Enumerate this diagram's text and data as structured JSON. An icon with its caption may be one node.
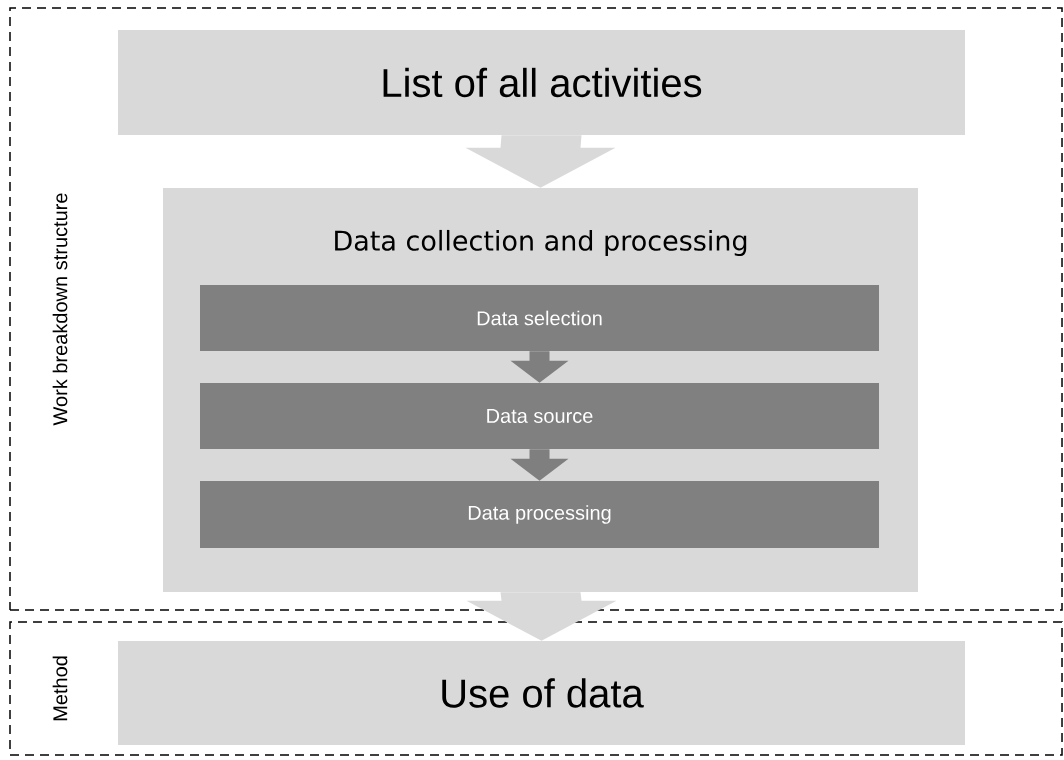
{
  "diagram": {
    "nodes": [
      {
        "text": [
          "Work breakdown structure"
        ]
      },
      {
        "text": [
          "List of all activities"
        ],
        "in": 0
      },
      {
        "text": [
          "Data collection and processing"
        ],
        "in": 0
      },
      {
        "text": [
          "Data selection"
        ],
        "in": 2
      },
      {
        "text": [
          "Data source"
        ],
        "in": 2
      },
      {
        "text": [
          "Data processing"
        ],
        "in": 2
      },
      {
        "text": [
          "Method"
        ]
      },
      {
        "text": [
          "Use of data"
        ],
        "in": 6
      }
    ],
    "edges": [
      {
        "from": 1,
        "to": 2,
        "arrow": "to"
      },
      {
        "from": 3,
        "to": 4,
        "arrow": "to",
        "color": "#7f7f7f"
      },
      {
        "from": 4,
        "to": 5,
        "arrow": "to",
        "color": "#7f7f7f"
      },
      {
        "from": 2,
        "to": 7,
        "arrow": "to"
      }
    ]
  }
}
